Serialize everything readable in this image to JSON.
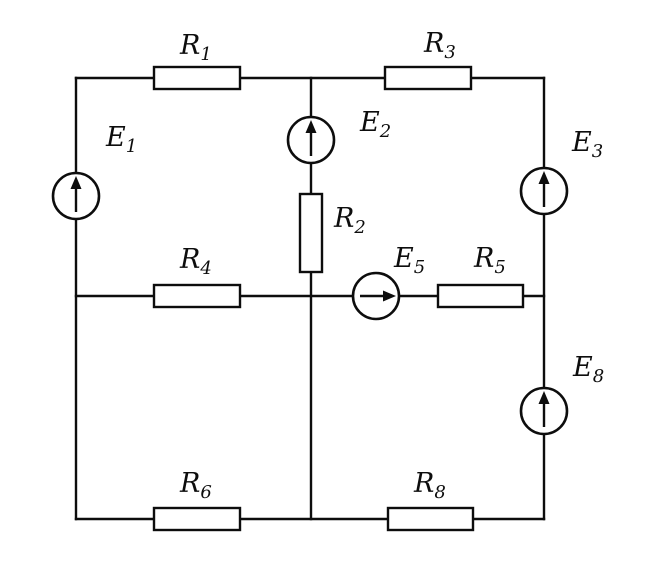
{
  "figure": {
    "kind": "electrical-circuit-schematic",
    "background_color": "#ffffff",
    "line_color": "#0d0d0d"
  },
  "labels": {
    "R1": {
      "sym": "R",
      "sub": "1"
    },
    "R2": {
      "sym": "R",
      "sub": "2"
    },
    "R3": {
      "sym": "R",
      "sub": "3"
    },
    "R4": {
      "sym": "R",
      "sub": "4"
    },
    "R5": {
      "sym": "R",
      "sub": "5"
    },
    "R6": {
      "sym": "R",
      "sub": "6"
    },
    "R8": {
      "sym": "R",
      "sub": "8"
    },
    "E1": {
      "sym": "E",
      "sub": "1"
    },
    "E2": {
      "sym": "E",
      "sub": "2"
    },
    "E3": {
      "sym": "E",
      "sub": "3"
    },
    "E5": {
      "sym": "E",
      "sub": "5"
    },
    "E8": {
      "sym": "E",
      "sub": "8"
    }
  },
  "elements": [
    {
      "id": "R1",
      "type": "resistor",
      "orientation": "horizontal",
      "location": "top branch, left of center node"
    },
    {
      "id": "R3",
      "type": "resistor",
      "orientation": "horizontal",
      "location": "top branch, right of center node"
    },
    {
      "id": "E1",
      "type": "emf-source",
      "arrow": "up",
      "location": "left branch"
    },
    {
      "id": "E2",
      "type": "emf-source",
      "arrow": "up",
      "location": "middle vertical branch, upper part"
    },
    {
      "id": "R2",
      "type": "resistor",
      "orientation": "vertical",
      "location": "middle vertical branch, below E2"
    },
    {
      "id": "E3",
      "type": "emf-source",
      "arrow": "up",
      "location": "right branch, upper part"
    },
    {
      "id": "R4",
      "type": "resistor",
      "orientation": "horizontal",
      "location": "middle horizontal branch, left section"
    },
    {
      "id": "E5",
      "type": "emf-source",
      "arrow": "right",
      "location": "middle horizontal branch, right of center node"
    },
    {
      "id": "R5",
      "type": "resistor",
      "orientation": "horizontal",
      "location": "middle horizontal branch, right section"
    },
    {
      "id": "E8",
      "type": "emf-source",
      "arrow": "up",
      "location": "right branch, lower part"
    },
    {
      "id": "R6",
      "type": "resistor",
      "orientation": "horizontal",
      "location": "bottom branch, left section"
    },
    {
      "id": "R8",
      "type": "resistor",
      "orientation": "horizontal",
      "location": "bottom branch, right section"
    }
  ]
}
